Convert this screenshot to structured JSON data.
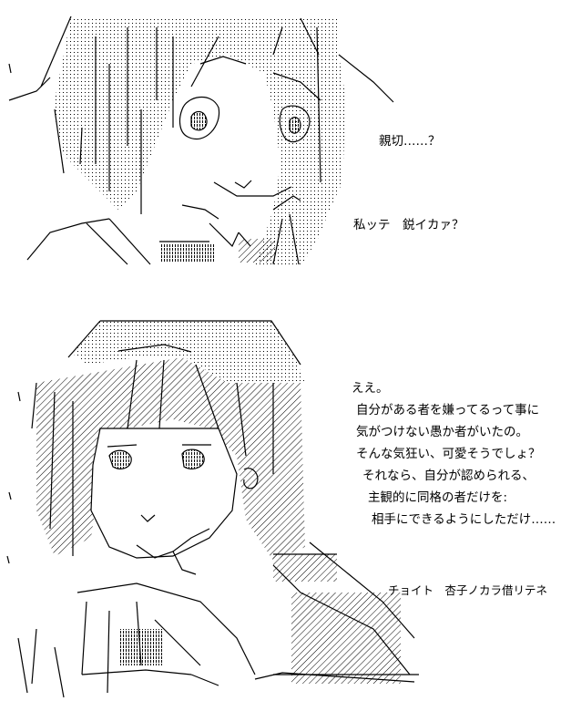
{
  "panel_top": {
    "lines": [
      "親切……？",
      "私ッテ　鋭イカァ？"
    ]
  },
  "panel_bottom": {
    "lines": [
      "ええ。",
      "自分がある者を嫌ってるって事に",
      "気がつけない愚か者がいたの。",
      "そんな気狂い、可愛そうでしょ？",
      "それなら、自分が認められる、",
      "主観的に同格の者だけを:",
      "相手にできるようにしただけ……"
    ],
    "credit": "チョイト　杏子ノカラ借リテネ"
  },
  "colors": {
    "ink": "#000000",
    "background": "#ffffff"
  }
}
